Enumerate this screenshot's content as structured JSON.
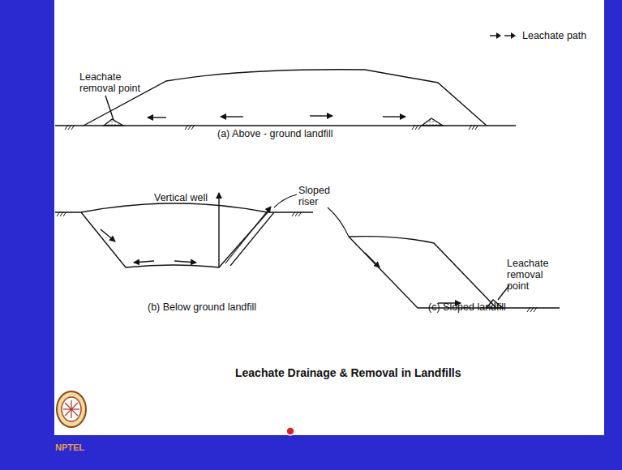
{
  "diagram": {
    "caption": "Leachate Drainage & Removal in Landfills",
    "labels": [
      "Leachate removal point",
      "(a) Above - ground landfill",
      "Vertical well",
      "Sloped riser",
      "Leachate removal point",
      "(b) Below ground landfill",
      "(c) Sloped landfill",
      "NPTEL"
    ],
    "legend": [
      {
        "text": "Leachate path"
      }
    ]
  }
}
